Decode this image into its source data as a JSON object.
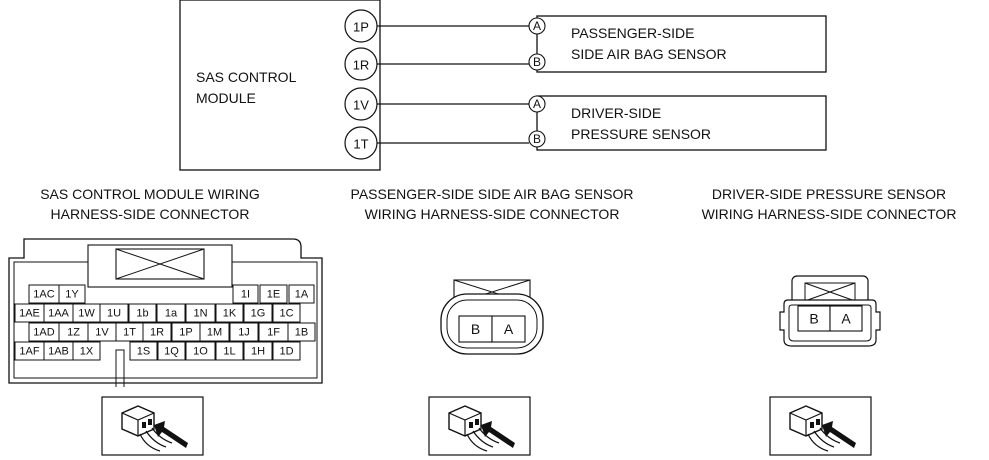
{
  "module": {
    "label_line1": "SAS CONTROL",
    "label_line2": "MODULE",
    "pins": [
      "1P",
      "1R",
      "1V",
      "1T"
    ]
  },
  "sensors": [
    {
      "line1": "PASSENGER-SIDE",
      "line2": "SIDE AIR BAG SENSOR",
      "terminals": [
        "A",
        "B"
      ]
    },
    {
      "line1": "DRIVER-SIDE",
      "line2": "PRESSURE SENSOR",
      "terminals": [
        "A",
        "B"
      ]
    }
  ],
  "captions": [
    {
      "line1": "SAS CONTROL MODULE WIRING",
      "line2": "HARNESS-SIDE CONNECTOR"
    },
    {
      "line1": "PASSENGER-SIDE SIDE AIR BAG SENSOR",
      "line2": "WIRING HARNESS-SIDE CONNECTOR"
    },
    {
      "line1": "DRIVER-SIDE PRESSURE SENSOR",
      "line2": "WIRING HARNESS-SIDE CONNECTOR"
    }
  ],
  "big_connector_rows": [
    [
      "1AC",
      "1Y",
      "",
      "",
      "",
      "",
      "",
      "",
      "1I",
      "1E",
      "1A"
    ],
    [
      "1AE",
      "1AA",
      "1W",
      "1U",
      "1b",
      "1a",
      "1N",
      "1K",
      "1G",
      "1C"
    ],
    [
      "1AD",
      "1Z",
      "1V",
      "1T",
      "1R",
      "1P",
      "1M",
      "1J",
      "1F",
      "1B"
    ],
    [
      "1AF",
      "1AB",
      "1X",
      "",
      "1S",
      "1Q",
      "1O",
      "1L",
      "1H",
      "1D"
    ]
  ],
  "small_connectors": [
    {
      "cells": [
        "B",
        "A"
      ]
    },
    {
      "cells": [
        "B",
        "A"
      ]
    }
  ],
  "view_icons": [
    "view-direction-icon",
    "view-direction-icon",
    "view-direction-icon"
  ]
}
